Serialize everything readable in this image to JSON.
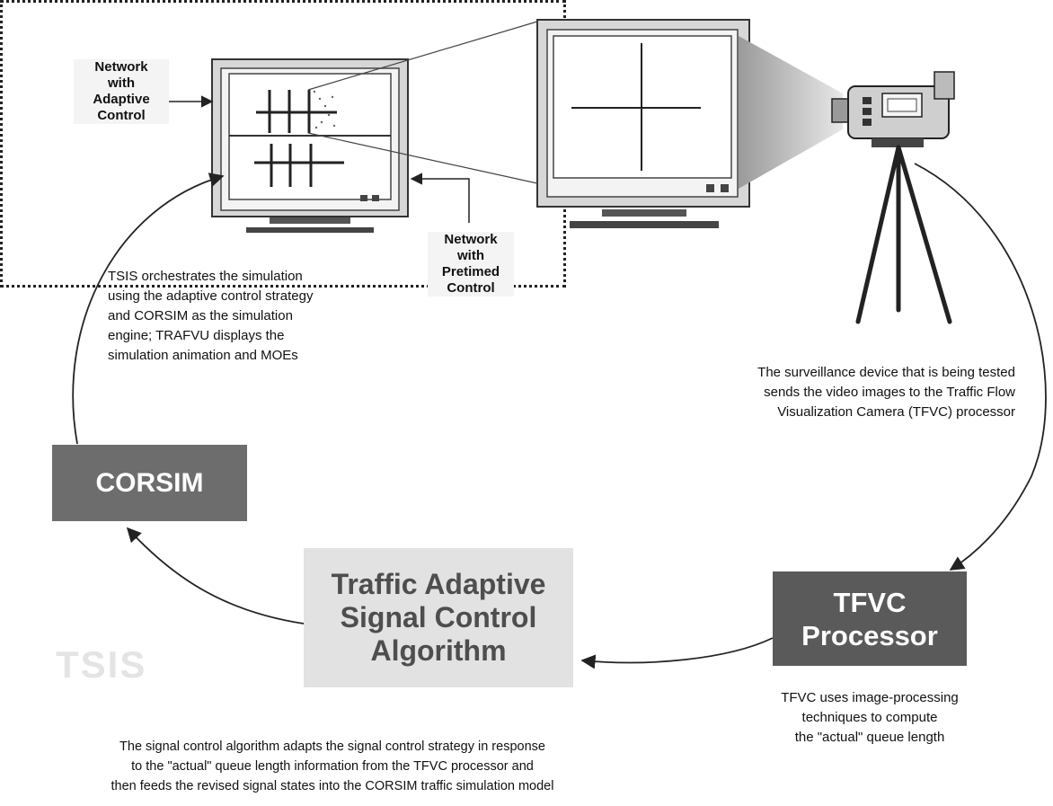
{
  "labels": {
    "network_adaptive": [
      "Network",
      "with",
      "Adaptive",
      "Control"
    ],
    "network_pretimed": [
      "Network",
      "with",
      "Pretimed",
      "Control"
    ],
    "corsim": "CORSIM",
    "algorithm": [
      "Traffic Adaptive",
      "Signal Control",
      "Algorithm"
    ],
    "tfvc": [
      "TFVC",
      "Processor"
    ],
    "tsis": "TSIS"
  },
  "captions": {
    "tsis": [
      "TSIS orchestrates the simulation",
      "using the adaptive control strategy",
      "and CORSIM as the simulation",
      "engine; TRAFVU displays the",
      "simulation animation and MOEs"
    ],
    "surveillance": [
      "The surveillance device that is being tested",
      "sends the video images to the Traffic Flow",
      "Visualization Camera (TFVC) processor"
    ],
    "tfvc": [
      "TFVC uses image-processing",
      "techniques to compute",
      "the \"actual\" queue length"
    ],
    "algorithm": [
      "The signal control algorithm adapts the signal control strategy in response",
      "to the \"actual\" queue length information from the TFVC processor and",
      "then feeds the revised signal states into the CORSIM traffic simulation model"
    ]
  },
  "colors": {
    "dark_box": "#5a5a5a",
    "corsim_box": "#6d6d6d",
    "algo_box": "#e2e2e2",
    "line": "#222222"
  }
}
